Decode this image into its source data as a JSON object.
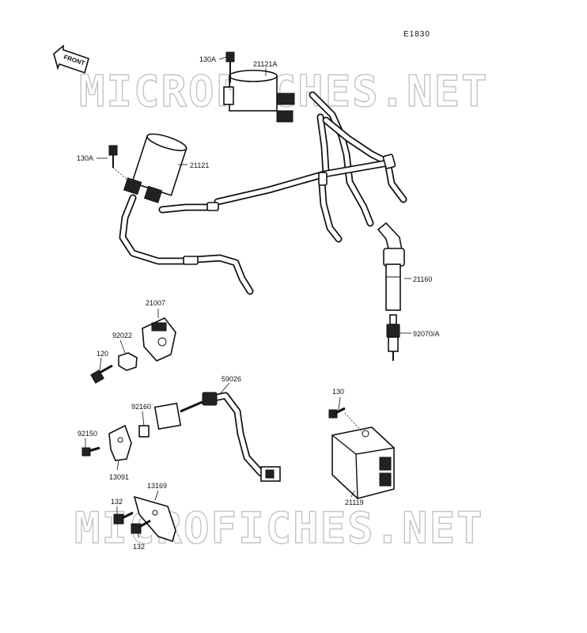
{
  "diagram_code": "E1830",
  "front_label": "FRONT",
  "watermark": "MICROFICHES.NET",
  "parts": [
    "130A",
    "21121A",
    "130A",
    "21121",
    "21160",
    "92070/A",
    "21007",
    "92022",
    "120",
    "59026",
    "130",
    "92160",
    "92150",
    "13091",
    "13169",
    "132",
    "132",
    "21119"
  ]
}
